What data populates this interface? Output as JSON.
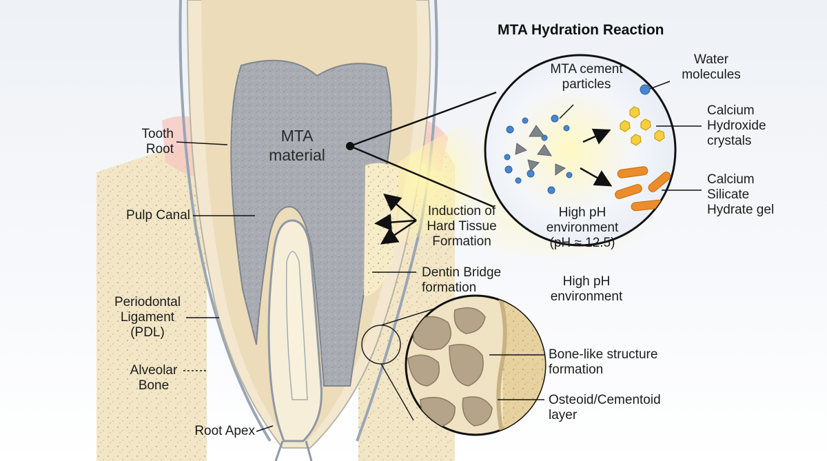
{
  "title": "MTA Hydration Reaction",
  "labels": {
    "mta_material": [
      "MTA",
      "material"
    ],
    "tooth_root": [
      "Tooth",
      "Root"
    ],
    "pulp_canal": [
      "Pulp Canal"
    ],
    "pdl": [
      "Periodontal",
      "Ligament",
      "(PDL)"
    ],
    "alveolar_bone": [
      "Alveolar",
      "Bone"
    ],
    "root_apex": [
      "Root Apex"
    ],
    "induction": [
      "Induction of",
      "Hard Tissue",
      "Formation"
    ],
    "dentin_bridge": [
      "Dentin Bridge",
      "formation"
    ],
    "high_ph_env_outer": [
      "High pH",
      "environment"
    ],
    "mta_particles": [
      "MTA cement",
      "particles"
    ],
    "water_molecules": [
      "Water",
      "molecules"
    ],
    "calcium_hydroxide": [
      "Calcium",
      "Hydroxide",
      "crystals"
    ],
    "csh_gel": [
      "Calcium",
      "Silicate",
      "Hydrate gel"
    ],
    "high_ph_inner": [
      "High pH",
      "environment",
      "(pH ≈ 12.5)"
    ],
    "bone_like": [
      "Bone-like structure",
      "formation"
    ],
    "osteoid": [
      "Osteoid/Cementoid",
      "layer"
    ]
  },
  "colors": {
    "enamel": "#f3e8cf",
    "dentin": "#ecdcb9",
    "mta": "#a9adb3",
    "canal": "#f6eed8",
    "pdl": "#9aa6b4",
    "bone": "#f2e6c6",
    "glow": "#fff3a6",
    "water": "#3f7fc9",
    "crystal": "#f5cf3d",
    "gel": "#ec8c2a"
  }
}
